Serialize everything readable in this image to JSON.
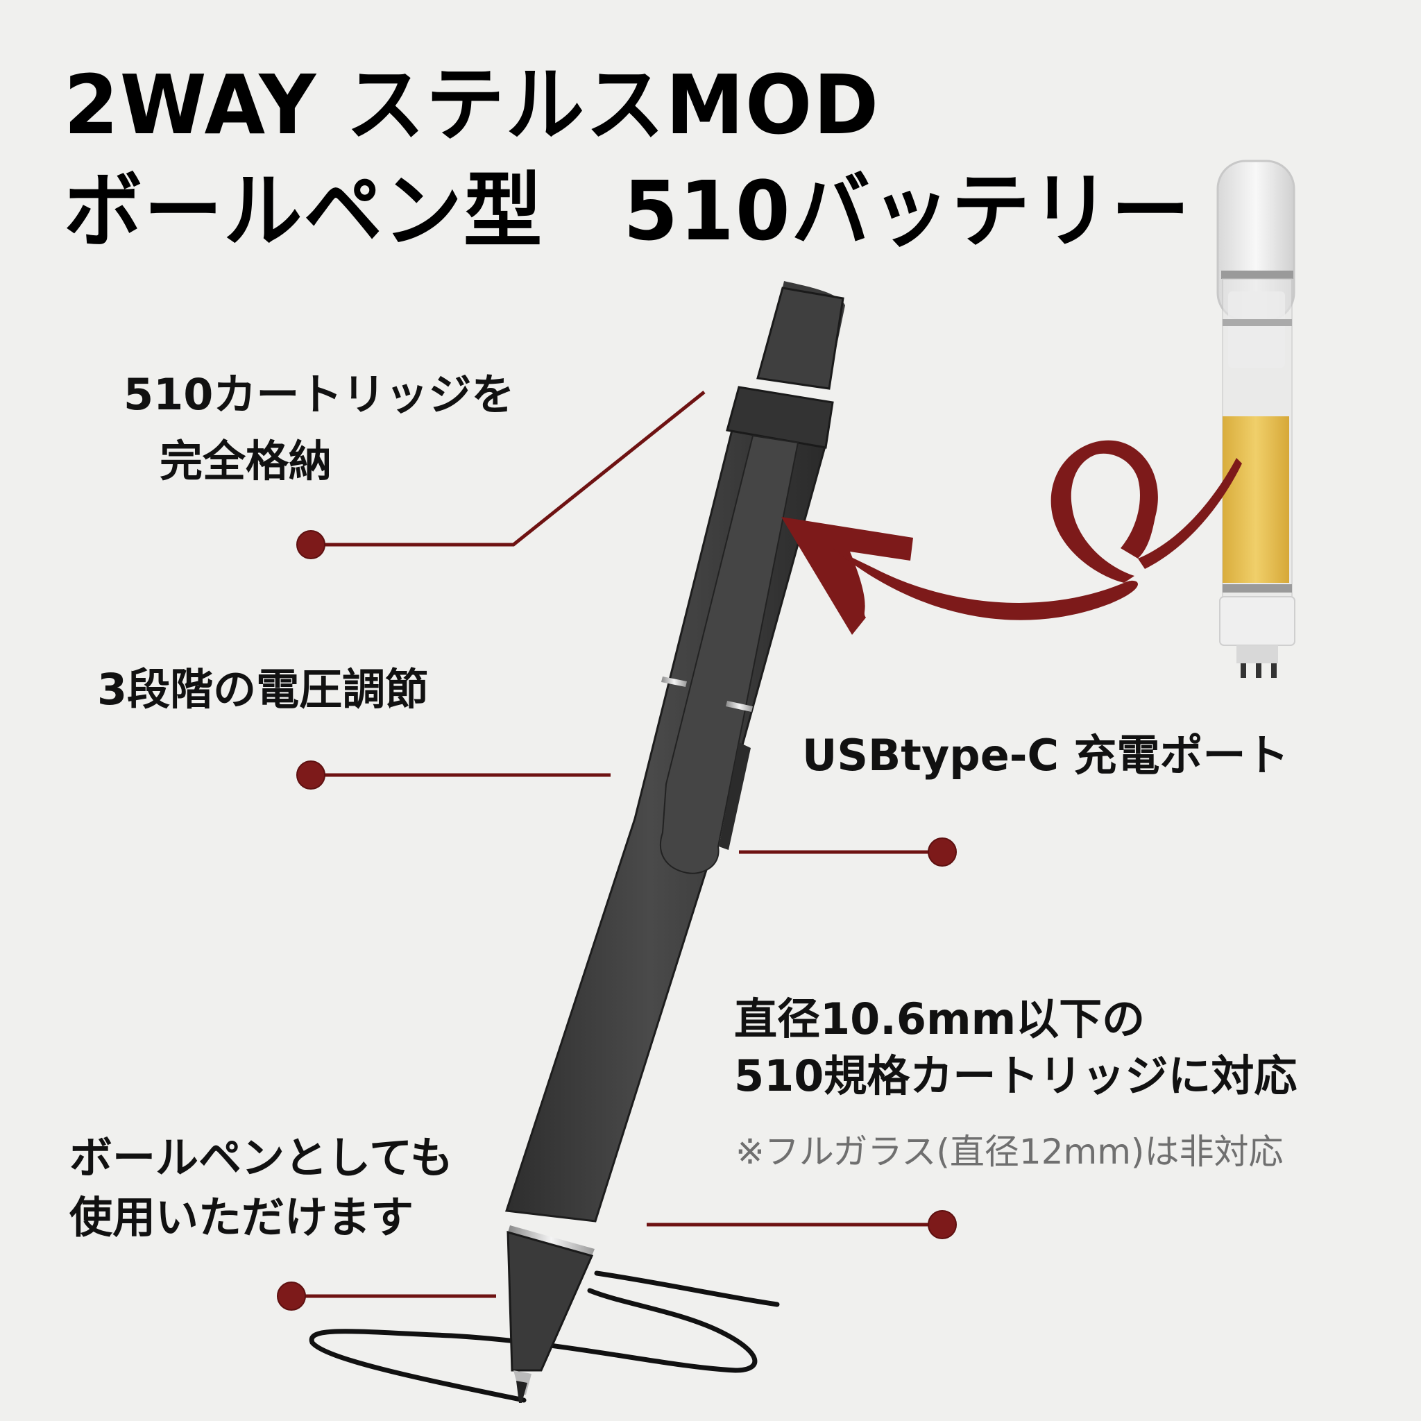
{
  "title": {
    "line1": "2WAY ステルスMOD",
    "line2": "ボールペン型　510バッテリー"
  },
  "features": [
    {
      "id": "cartridge-storage",
      "lines": [
        "510カートリッジを",
        "完全格納"
      ]
    },
    {
      "id": "voltage",
      "lines": [
        "3段階の電圧調節"
      ]
    },
    {
      "id": "usb-port",
      "lines": [
        "USBtype-C 充電ポート"
      ]
    },
    {
      "id": "compatibility",
      "lines": [
        "直径10.6mm以下の",
        "510規格カートリッジに対応"
      ],
      "note": "※フルガラス(直径12mm)は非対応"
    },
    {
      "id": "ballpoint",
      "lines": [
        "ボールペンとしても",
        "使用いただけます"
      ]
    }
  ],
  "colors": {
    "background": "#f0f0ee",
    "accent": "#7d1a1a",
    "pen_body": "#3c3c3c",
    "cartridge_oil": "#e8c25a"
  },
  "icons": [
    "callout-dot",
    "curved-arrow",
    "pen-illustration",
    "cartridge-illustration",
    "scribble-line"
  ]
}
